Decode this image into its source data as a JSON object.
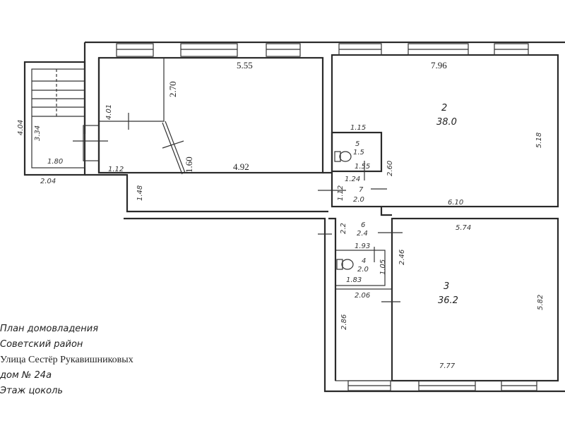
{
  "caption": {
    "line1": "План домовладения",
    "line2": "Советский район",
    "line3": "Улица Сестёр Рукавишниковых",
    "line4": "дом № 24а",
    "line5": "Этаж цоколь"
  },
  "rooms": [
    {
      "number": "2",
      "area": "38.0"
    },
    {
      "number": "3",
      "area": "36.2"
    },
    {
      "number": "5",
      "area": "1.5"
    },
    {
      "number": "7",
      "area": "2.0"
    },
    {
      "number": "6",
      "area": "2.4"
    },
    {
      "number": "4",
      "area": "2.0"
    }
  ],
  "dimensions": {
    "left_room_top": "5.55",
    "left_room_partition": "2.70",
    "left_room_diag": "1.60",
    "left_room_bottom": "4.92",
    "small_room_side": "4.01",
    "stair_height": "4.04",
    "stair_inner": "3.34",
    "stair_inner_width": "1.80",
    "stair_outer_width": "2.04",
    "corridor_width": "1.12",
    "corridor_side": "1.48",
    "room2_top": "7.96",
    "room2_side": "5.18",
    "room2_bottom": "6.10",
    "room2_left": "2.60",
    "wc_top": "1.15",
    "wc_inner": "1.55",
    "hall7_width": "1.24",
    "hall7_side": "1.12",
    "hall6_side": "2.2",
    "room3_top": "5.74",
    "room3_side": "5.82",
    "room3_bottom": "7.77",
    "room3_left": "2.46",
    "bath_top": "1.93",
    "bath_side": "1.05",
    "bath_bottom": "1.83",
    "lower_room_top": "2.06",
    "lower_room_side": "2.86"
  }
}
